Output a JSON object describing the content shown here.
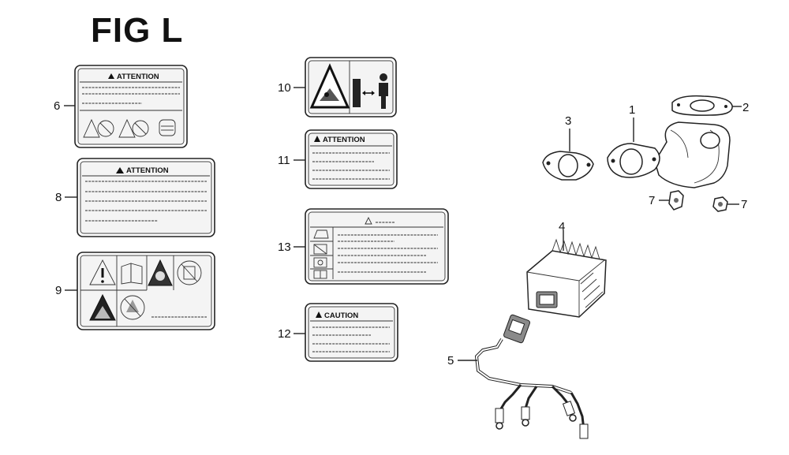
{
  "figure": {
    "title": "FIG L"
  },
  "callouts": {
    "c1": "1",
    "c2": "2",
    "c3": "3",
    "c4": "4",
    "c5": "5",
    "c6": "6",
    "c7a": "7",
    "c7b": "7",
    "c8": "8",
    "c9": "9",
    "c10": "10",
    "c11": "11",
    "c12": "12",
    "c13": "13"
  },
  "labels": {
    "label6_header": "ATTENTION",
    "label8_header": "ATTENTION",
    "label11_header": "ATTENTION",
    "label12_header": "CAUTION"
  },
  "icons": {
    "warning": "warning-triangle-icon",
    "manual": "manual-book-icon",
    "prohibited": "prohibited-circle-icon",
    "person": "person-icon",
    "fuel": "fuel-tank-icon"
  }
}
